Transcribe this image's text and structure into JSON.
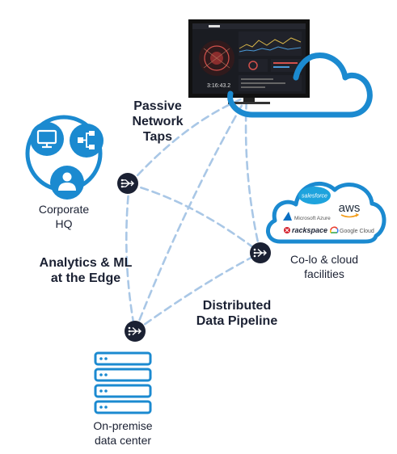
{
  "labels": {
    "passive_taps": [
      "Passive",
      "Network",
      "Taps"
    ],
    "corporate_hq": [
      "Corporate",
      "HQ"
    ],
    "analytics_ml": [
      "Analytics & ML",
      "at the Edge"
    ],
    "distributed_pipeline": [
      "Distributed",
      "Data Pipeline"
    ],
    "colo_cloud": [
      "Co-lo & cloud",
      "facilities"
    ],
    "on_premise": [
      "On-premise",
      "data center"
    ]
  },
  "cloud_providers": {
    "salesforce": "salesforce",
    "aws": "aws",
    "azure": "Microsoft Azure",
    "rackspace": "rackspace",
    "google": "Google Cloud"
  },
  "dashboard": {
    "readout": "3:16:43.2"
  },
  "colors": {
    "accent_blue": "#1b8ad0",
    "dark_navy": "#1b2133",
    "dashed_line": "#a9c7e6",
    "salesforce": "#1ea3dd",
    "rackspace_red": "#d4202c"
  },
  "icons": [
    "monitor-icon",
    "network-hierarchy-icon",
    "user-icon",
    "network-tap-icon",
    "server-rack-icon",
    "cloud-icon"
  ]
}
